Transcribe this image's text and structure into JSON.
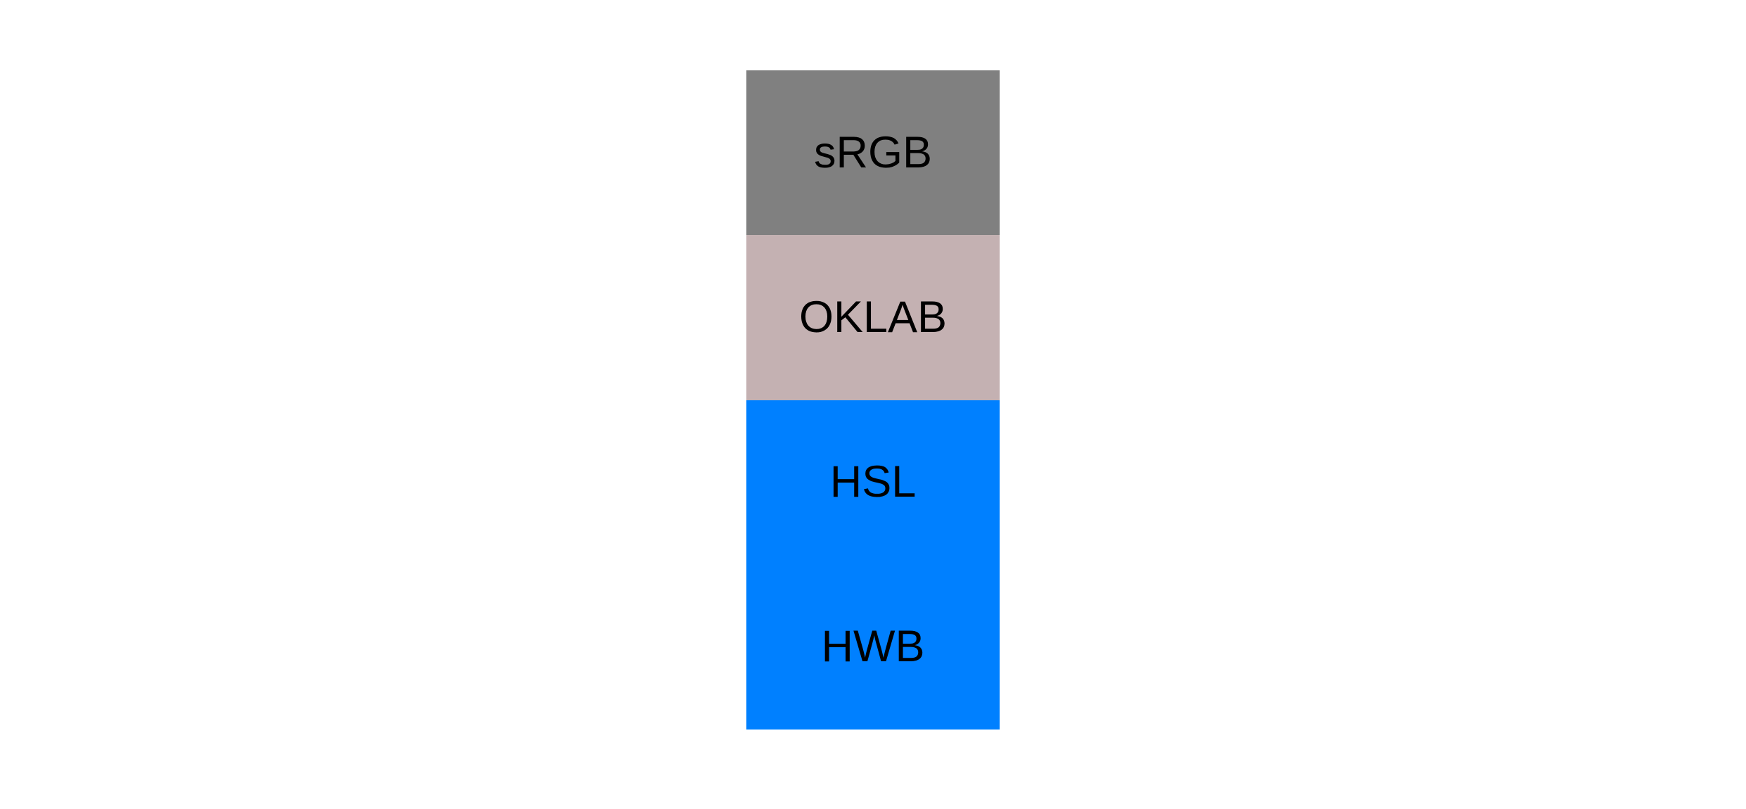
{
  "canvas": {
    "background": "#ffffff",
    "text_color": "#000000"
  },
  "swatches": [
    {
      "label": "sRGB",
      "color": "#808080"
    },
    {
      "label": "OKLAB",
      "color": "#c4b1b2"
    },
    {
      "label": "HSL",
      "color": "#0080ff"
    },
    {
      "label": "HWB",
      "color": "#0080ff"
    }
  ]
}
